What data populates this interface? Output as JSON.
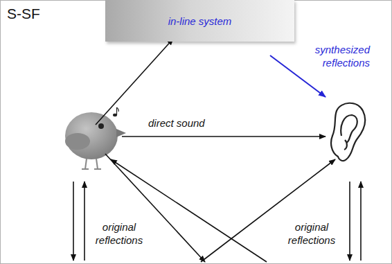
{
  "diagram": {
    "title": "S-SF",
    "nodes": [
      {
        "text": [
          "in-line system"
        ]
      }
    ],
    "labels": [
      "synthesized reflections",
      "direct sound",
      "original reflections",
      "original reflections"
    ]
  }
}
